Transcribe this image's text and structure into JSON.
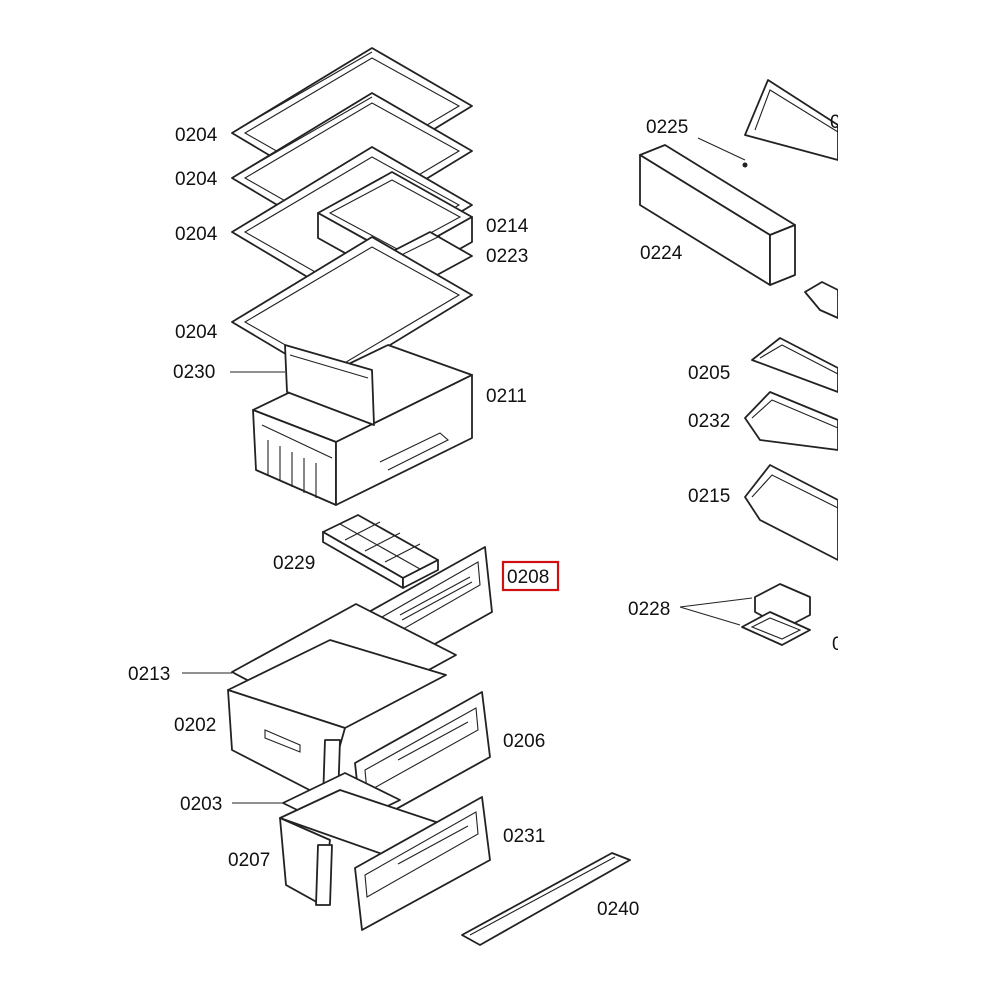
{
  "diagram": {
    "highlight_color": "#d01010",
    "highlighted_label": "0208",
    "labels": {
      "l0204a": "0204",
      "l0204b": "0204",
      "l0204c": "0204",
      "l0204d": "0204",
      "l0214": "0214",
      "l0223": "0223",
      "l0230": "0230",
      "l0211": "0211",
      "l0229": "0229",
      "l0208": "0208",
      "l0213": "0213",
      "l0202": "0202",
      "l0206": "0206",
      "l0203": "0203",
      "l0207": "0207",
      "l0231": "0231",
      "l0240": "0240",
      "l0225": "0225",
      "l0224": "0224",
      "l0205": "0205",
      "l0232": "0232",
      "l0215": "0215",
      "l0228": "0228",
      "lcut1": "0",
      "lcut2": "0"
    }
  }
}
